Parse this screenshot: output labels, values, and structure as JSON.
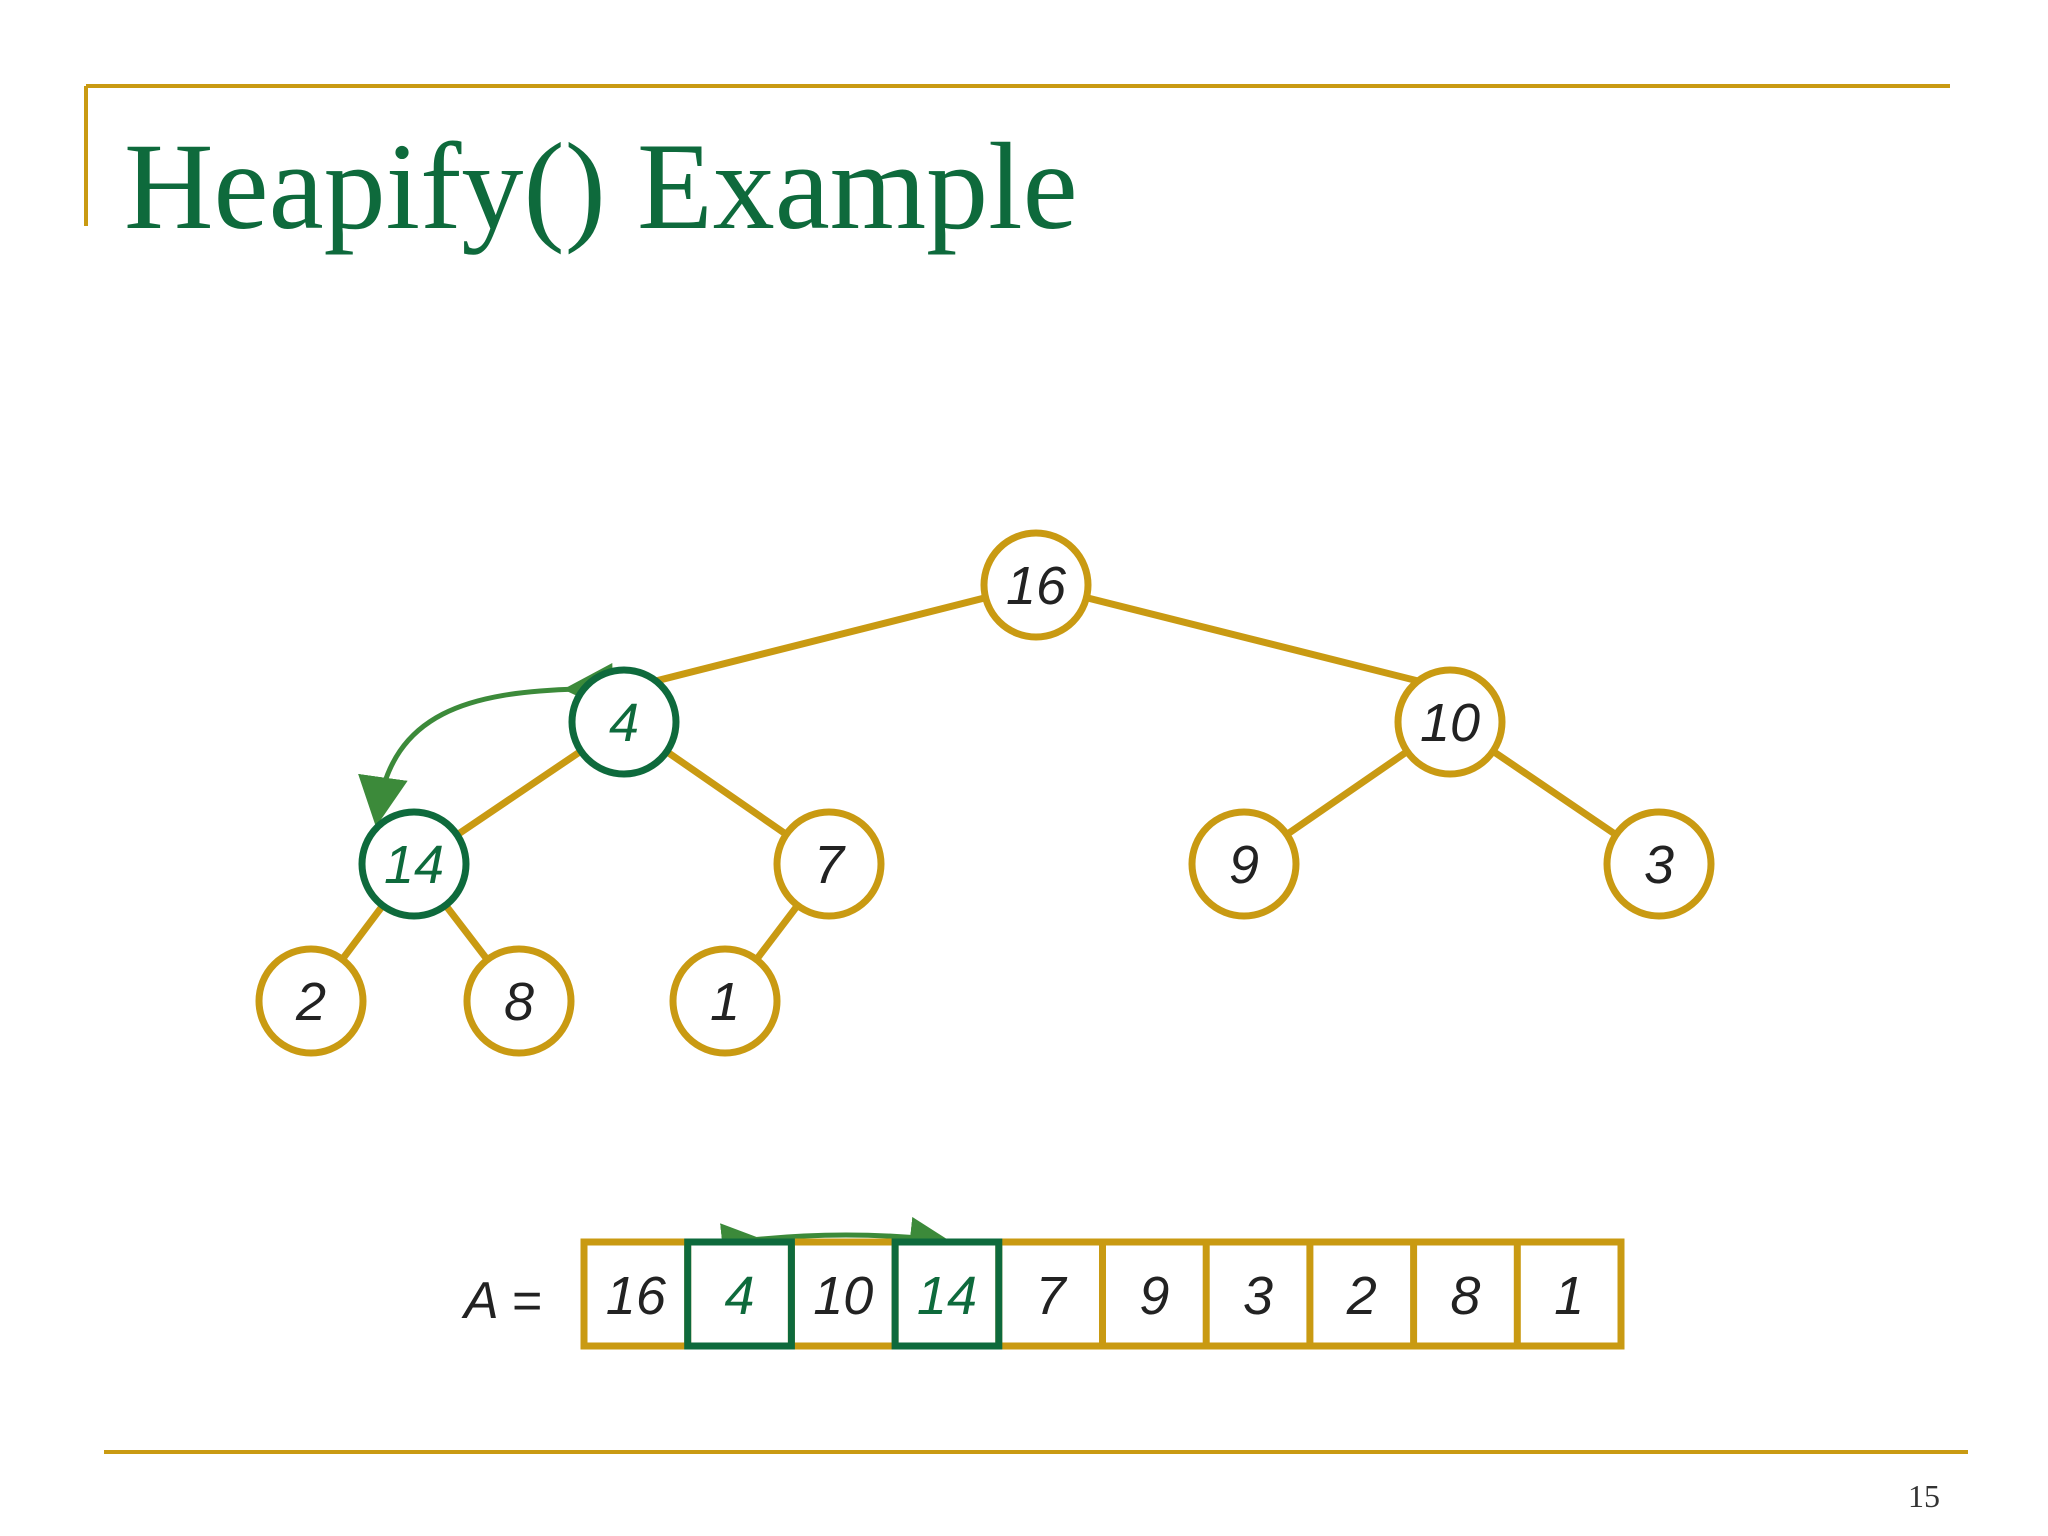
{
  "slide": {
    "title": "Heapify() Example",
    "page_number": "15"
  },
  "colors": {
    "accent_gold": "#c99a12",
    "highlight_green": "#0e6a3c",
    "arrow_green": "#3c8a3a",
    "text_dark": "#222222"
  },
  "tree": {
    "nodes": [
      {
        "label": "16",
        "highlighted": false
      },
      {
        "label": "4",
        "highlighted": true
      },
      {
        "label": "10",
        "highlighted": false
      },
      {
        "label": "14",
        "highlighted": true
      },
      {
        "label": "7",
        "highlighted": false
      },
      {
        "label": "9",
        "highlighted": false
      },
      {
        "label": "3",
        "highlighted": false
      },
      {
        "label": "2",
        "highlighted": false
      },
      {
        "label": "8",
        "highlighted": false
      },
      {
        "label": "1",
        "highlighted": false
      }
    ],
    "swap_arrow": {
      "from_node": 1,
      "to_node": 3
    }
  },
  "array": {
    "label": "A =",
    "cells": [
      {
        "value": "16",
        "highlighted": false
      },
      {
        "value": "4",
        "highlighted": true
      },
      {
        "value": "10",
        "highlighted": false
      },
      {
        "value": "14",
        "highlighted": true
      },
      {
        "value": "7",
        "highlighted": false
      },
      {
        "value": "9",
        "highlighted": false
      },
      {
        "value": "3",
        "highlighted": false
      },
      {
        "value": "2",
        "highlighted": false
      },
      {
        "value": "8",
        "highlighted": false
      },
      {
        "value": "1",
        "highlighted": false
      }
    ],
    "swap_arrow": {
      "from_index": 1,
      "to_index": 3
    }
  }
}
